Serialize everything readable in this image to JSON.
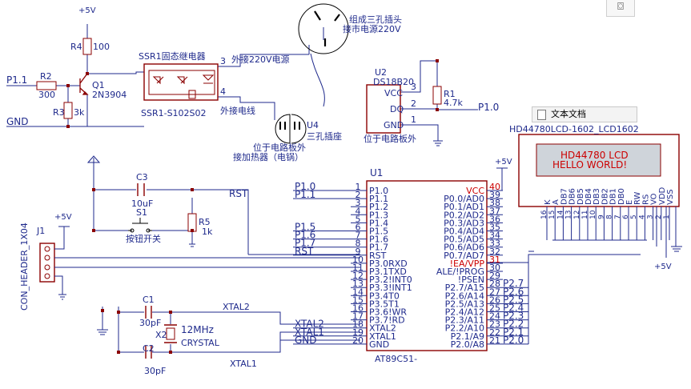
{
  "power": {
    "plus5v_a": "+5V",
    "plus5v_b": "+5V",
    "plus5v_c": "+5V",
    "plus5v_d": "+5V"
  },
  "relay": {
    "ref": "SSR1固态继电器",
    "part": "SSR1-S102S02",
    "pin3": "3",
    "pin4": "4",
    "note_220": "外接220V电源",
    "note_wire": "外接电线"
  },
  "transistor": {
    "ref": "Q1",
    "part": "2N3904"
  },
  "resistors": {
    "r4_ref": "R4",
    "r4_val": "100",
    "r2_ref": "R2",
    "r2_val": "300",
    "r3_ref": "R3",
    "r3_val": "3k",
    "r1_ref": "R1",
    "r1_val": "4.7k",
    "r5_ref": "R5",
    "r5_val": "1k"
  },
  "nets": {
    "p11": "P1.1",
    "gnd": "GND",
    "p10": "P1.0",
    "rst": "RST",
    "xtal2": "XTAL2",
    "xtal1": "XTAL1"
  },
  "plug": {
    "line1": "组成三孔插头",
    "line2": "接市电源220V"
  },
  "socket": {
    "ref": "U4",
    "desc": "三孔插座",
    "note1": "位于电路板外",
    "note2": "接加热器（电锅）"
  },
  "sensor": {
    "ref": "U2",
    "part": "DS18B20",
    "vcc": "VCC",
    "dq": "DQ",
    "gnd": "GND",
    "pin1": "1",
    "pin2": "2",
    "pin3": "3",
    "note": "位于电路板外"
  },
  "tooltip": {
    "label": "文本文档"
  },
  "lcd": {
    "part": "HD44780LCD-1602_LCD1602",
    "line1": "HD44780 LCD",
    "line2": "HELLO WORLD!",
    "pins": [
      "K",
      "A",
      "DB7",
      "DB6",
      "DB5",
      "DB4",
      "DB3",
      "DB2",
      "DB1",
      "DB0",
      "E",
      "RW",
      "RS",
      "VO",
      "VDD",
      "VSS"
    ],
    "pin_nums": [
      "16",
      "15",
      "14",
      "13",
      "12",
      "11",
      "10",
      "9",
      "8",
      "7",
      "6",
      "5",
      "4",
      "3",
      "2",
      "1"
    ]
  },
  "switch": {
    "ref": "S1",
    "desc": "按钮开关"
  },
  "cap": {
    "c3_ref": "C3",
    "c3_val": "10uF",
    "c1_ref": "C1",
    "c1_val": "30pF",
    "c2_ref": "C2",
    "c2_val": "30pF"
  },
  "crystal": {
    "ref": "X2",
    "freq": "12MHz",
    "desc": "CRYSTAL"
  },
  "header": {
    "ref": "J1",
    "part": "CON_HEADER_1X04"
  },
  "mcu": {
    "ref": "U1",
    "part": "AT89C51-",
    "left_pins": [
      {
        "num": "1",
        "name": "P1.0",
        "net": "P1.0"
      },
      {
        "num": "2",
        "name": "P1.1",
        "net": "P1.1"
      },
      {
        "num": "3",
        "name": "P1.2",
        "net": ""
      },
      {
        "num": "4",
        "name": "P1.3",
        "net": ""
      },
      {
        "num": "5",
        "name": "P1.4",
        "net": ""
      },
      {
        "num": "6",
        "name": "P1.5",
        "net": "P1.5"
      },
      {
        "num": "7",
        "name": "P1.6",
        "net": "P1.6"
      },
      {
        "num": "8",
        "name": "P1.7",
        "net": "P1.7"
      },
      {
        "num": "9",
        "name": "RST",
        "net": "RST"
      },
      {
        "num": "10",
        "name": "P3.0RXD",
        "net": ""
      },
      {
        "num": "11",
        "name": "P3.1TXD",
        "net": ""
      },
      {
        "num": "12",
        "name": "P3.2!INT0",
        "net": ""
      },
      {
        "num": "13",
        "name": "P3.3!INT1",
        "net": ""
      },
      {
        "num": "14",
        "name": "P3.4T0",
        "net": ""
      },
      {
        "num": "15",
        "name": "P3.5T1",
        "net": ""
      },
      {
        "num": "16",
        "name": "P3.6!WR",
        "net": ""
      },
      {
        "num": "17",
        "name": "P3.7!RD",
        "net": ""
      },
      {
        "num": "18",
        "name": "XTAL2",
        "net": "XTAL2"
      },
      {
        "num": "19",
        "name": "XTAL1",
        "net": "XTAL1"
      },
      {
        "num": "20",
        "name": "GND",
        "net": "GND"
      }
    ],
    "right_pins": [
      {
        "num": "40",
        "name": "VCC",
        "net": "",
        "red": true
      },
      {
        "num": "39",
        "name": "P0.0/AD0",
        "net": ""
      },
      {
        "num": "38",
        "name": "P0.1/AD1",
        "net": ""
      },
      {
        "num": "37",
        "name": "P0.2/AD2",
        "net": ""
      },
      {
        "num": "36",
        "name": "P0.3/AD3",
        "net": ""
      },
      {
        "num": "35",
        "name": "P0.4/AD4",
        "net": ""
      },
      {
        "num": "34",
        "name": "P0.5/AD5",
        "net": ""
      },
      {
        "num": "33",
        "name": "P0.6/AD6",
        "net": ""
      },
      {
        "num": "32",
        "name": "P0.7/AD7",
        "net": ""
      },
      {
        "num": "31",
        "name": "!EA/VPP",
        "net": "",
        "red": true
      },
      {
        "num": "30",
        "name": "ALE/!PROG",
        "net": ""
      },
      {
        "num": "29",
        "name": "!PSEN",
        "net": ""
      },
      {
        "num": "28",
        "name": "P2.7/A15",
        "net": "P2.7"
      },
      {
        "num": "27",
        "name": "P2.6/A14",
        "net": "P2.6"
      },
      {
        "num": "26",
        "name": "P2.5/A13",
        "net": "P2.5"
      },
      {
        "num": "25",
        "name": "P2.4/A12",
        "net": "P2.4"
      },
      {
        "num": "24",
        "name": "P2.3/A11",
        "net": "P2.3"
      },
      {
        "num": "23",
        "name": "P2.2/A10",
        "net": "P2.2"
      },
      {
        "num": "22",
        "name": "P2.1/A9",
        "net": "P2.1"
      },
      {
        "num": "21",
        "name": "P2.0/A8",
        "net": "P2.0"
      }
    ]
  },
  "corner": {
    "glyph": "⌼"
  },
  "colors": {
    "wire": "#1f2a8c",
    "part": "#8b0000",
    "pin": "#1f2a8c",
    "junction": "#8b0000",
    "red": "#cc0000",
    "lcd_screen": "#cfd4da"
  }
}
